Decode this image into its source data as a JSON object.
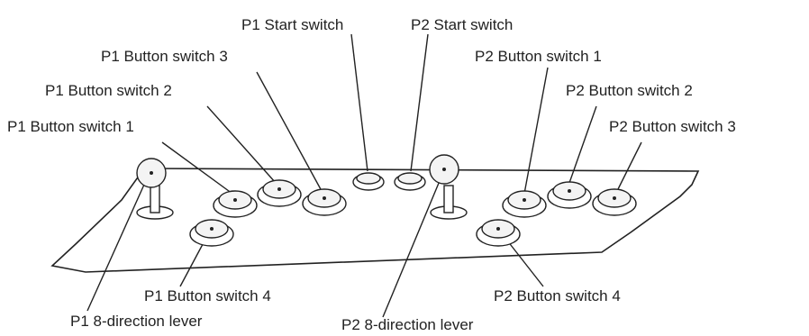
{
  "labels": {
    "p1_start": "P1 Start switch",
    "p2_start": "P2 Start switch",
    "p1_button_3": "P1 Button switch 3",
    "p1_button_2": "P1 Button switch 2",
    "p1_button_1": "P1 Button switch 1",
    "p2_button_1": "P2 Button switch 1",
    "p2_button_2": "P2 Button switch 2",
    "p2_button_3": "P2 Button switch 3",
    "p1_button_4": "P1 Button switch 4",
    "p2_button_4": "P2 Button switch 4",
    "p1_lever": "P1 8-direction lever",
    "p2_lever": "P2 8-direction lever"
  },
  "colors": {
    "ink": "#222222",
    "background": "#ffffff"
  }
}
